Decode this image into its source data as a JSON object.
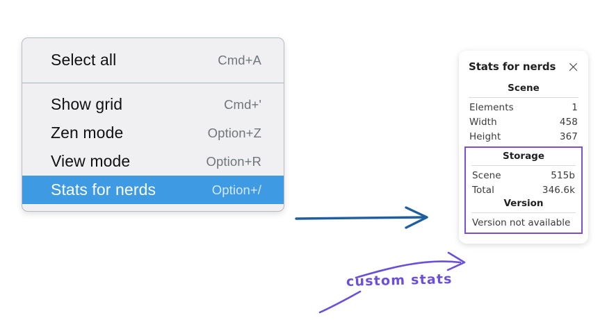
{
  "context_menu": {
    "sections": [
      {
        "items": [
          {
            "label": "Select all",
            "shortcut": "Cmd+A",
            "selected": false
          }
        ]
      },
      {
        "items": [
          {
            "label": "Show grid",
            "shortcut": "Cmd+'",
            "selected": false
          },
          {
            "label": "Zen mode",
            "shortcut": "Option+Z",
            "selected": false
          },
          {
            "label": "View mode",
            "shortcut": "Option+R",
            "selected": false
          },
          {
            "label": "Stats for nerds",
            "shortcut": "Option+/",
            "selected": true
          }
        ]
      }
    ],
    "highlight_color": "#3d9ae3"
  },
  "stats_panel": {
    "title": "Stats for nerds",
    "close_icon": "close-icon",
    "scene": {
      "heading": "Scene",
      "rows": [
        {
          "key": "Elements",
          "value": "1"
        },
        {
          "key": "Width",
          "value": "458"
        },
        {
          "key": "Height",
          "value": "367"
        }
      ]
    },
    "storage": {
      "heading": "Storage",
      "rows": [
        {
          "key": "Scene",
          "value": "515b"
        },
        {
          "key": "Total",
          "value": "346.6k"
        }
      ]
    },
    "version": {
      "heading": "Version",
      "text": "Version not available"
    },
    "highlight_border_color": "#7c4dcc"
  },
  "annotations": {
    "custom_stats_label": "custom stats",
    "annotation_color": "#6b4fd8",
    "arrow_color": "#1f5fa0"
  }
}
